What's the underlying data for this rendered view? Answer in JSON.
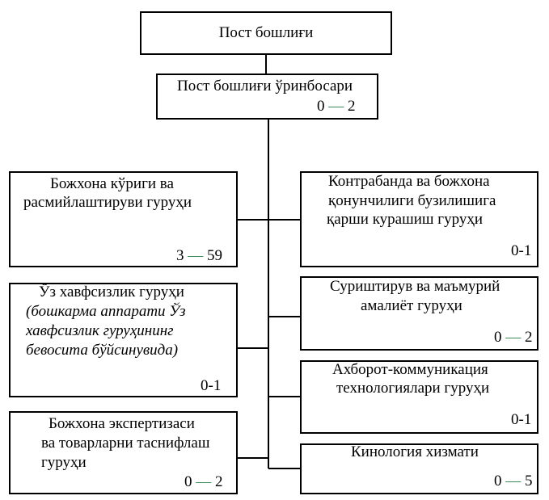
{
  "head": {
    "title": "Пост бошлиғи"
  },
  "deputy": {
    "title": "Пост бошлиғи ўринбосари",
    "count_a": "0",
    "dash": "—",
    "count_b": "2"
  },
  "left_units": [
    {
      "lines": [
        "Божхона кўриги ва",
        "расмийлаштируви гуруҳи"
      ],
      "count_a": "3",
      "dash": "—",
      "count_b": "59"
    },
    {
      "lines": [
        "Ўз хавфсизлик гуруҳи"
      ],
      "italic_lines": [
        "(бошкарма аппарати Ўз",
        "хавфсизлик гуруҳининг",
        "бевосита бўйсинувида)"
      ],
      "count": "0-1"
    },
    {
      "lines": [
        "Божхона экспертизаси",
        "ва товарларни таснифлаш",
        "гуруҳи"
      ],
      "count_a": "0",
      "dash": "—",
      "count_b": "2"
    }
  ],
  "right_units": [
    {
      "lines": [
        "Контрабанда ва божхона",
        "қонунчилиги бузилишига",
        "қарши курашиш гуруҳи"
      ],
      "count": "0-1"
    },
    {
      "lines": [
        "Суриштирув ва маъмурий",
        "амалиёт гуруҳи"
      ],
      "count_a": "0",
      "dash": "—",
      "count_b": "2"
    },
    {
      "lines": [
        "Ахборот-коммуникация",
        "технологиялари гуруҳи"
      ],
      "count": "0-1"
    },
    {
      "lines": [
        "Кинология хизмати"
      ],
      "count_a": "0",
      "dash": "—",
      "count_b": "5"
    }
  ]
}
